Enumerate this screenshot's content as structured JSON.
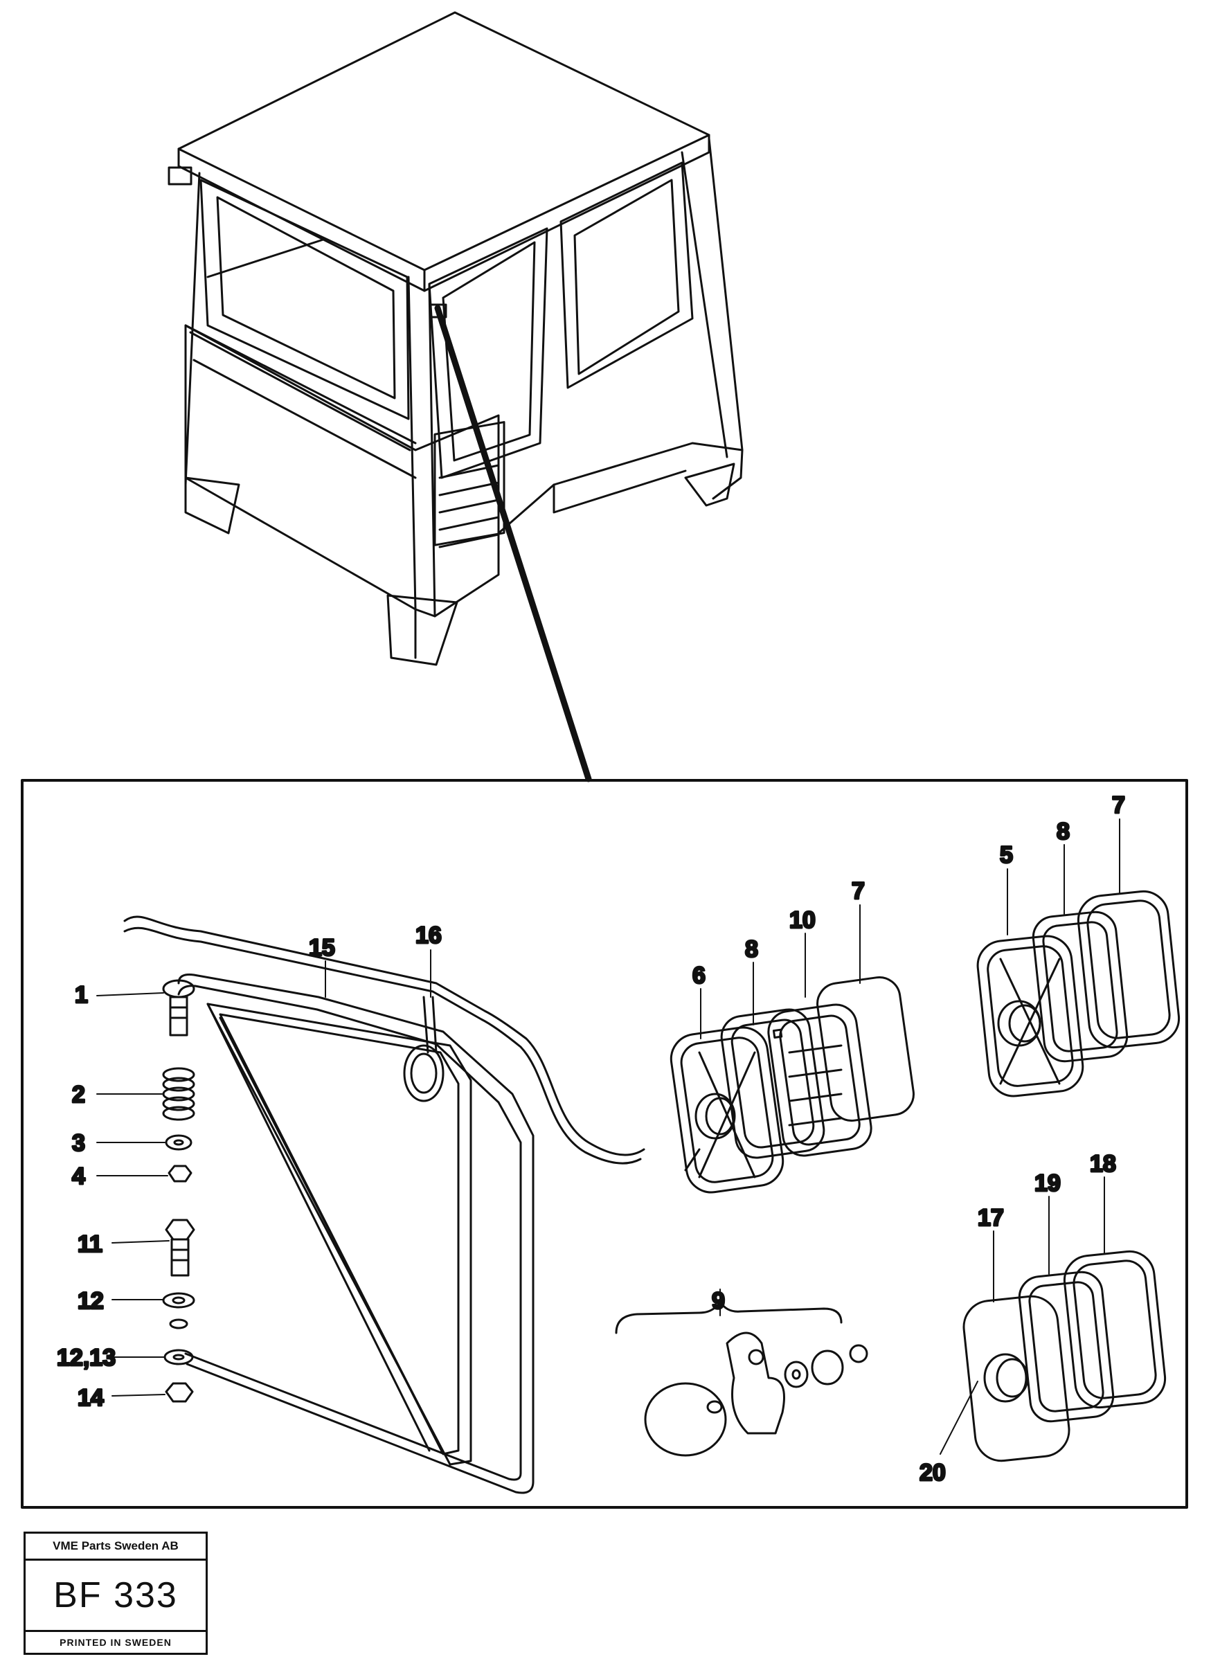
{
  "callouts": {
    "c1": "1",
    "c2": "2",
    "c3": "3",
    "c4": "4",
    "c11": "11",
    "c12": "12",
    "c12_13": "12,13",
    "c14": "14",
    "c15": "15",
    "c16": "16",
    "c6": "6",
    "c8a": "8",
    "c10": "10",
    "c7a": "7",
    "c5": "5",
    "c8b": "8",
    "c7b": "7",
    "c9": "9",
    "c17": "17",
    "c19": "19",
    "c18": "18",
    "c20": "20"
  },
  "stamp": {
    "company": "VME Parts Sweden AB",
    "code": "BF 333",
    "footer": "PRINTED IN SWEDEN"
  }
}
